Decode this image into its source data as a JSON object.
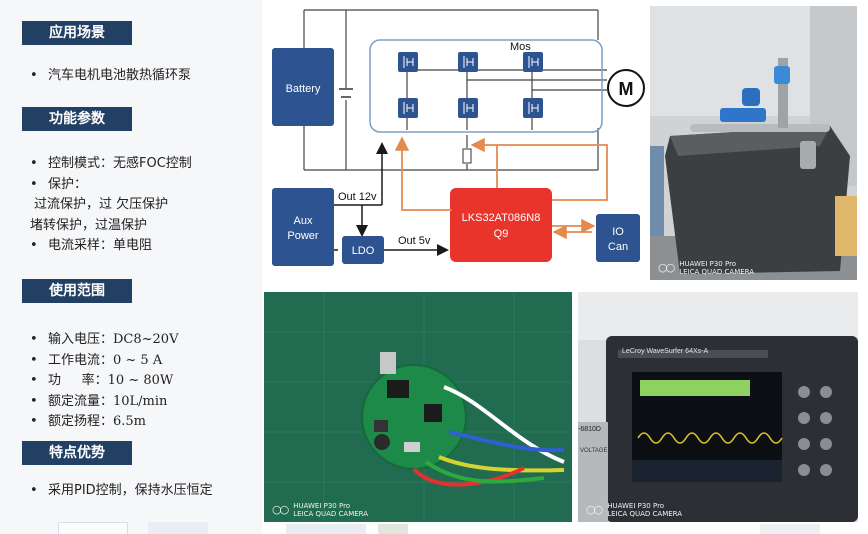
{
  "sections": {
    "application": {
      "title": "应用场景",
      "items": [
        "汽车电机电池散热循环泵"
      ]
    },
    "function": {
      "title": "功能参数",
      "items": [
        "控制模式：无感FOC控制",
        "保护：",
        "过流保护，过 欠压保护",
        "堵转保护，过温保护",
        "电流采样：单电阻"
      ]
    },
    "range": {
      "title": "使用范围",
      "items": [
        "输入电压：DC8~20V",
        "工作电流：0 ~ 5 A",
        "功     率：10 ~ 80W",
        "额定流量：10L/min",
        "额定扬程：6.5m"
      ]
    },
    "feature": {
      "title": "特点优势",
      "items": [
        "采用PID控制，保持水压恒定"
      ]
    }
  },
  "diagram": {
    "battery": "Battery",
    "mos": "Mos",
    "motor": "M",
    "aux_power_line1": "Aux",
    "aux_power_line2": "Power",
    "out12v": "Out 12v",
    "ldo": "LDO",
    "out5v": "Out 5v",
    "mcu_line1": "LKS32AT086N8",
    "mcu_line2": "Q9",
    "io_line1": "IO",
    "io_line2": "Can"
  },
  "watermark": {
    "line1": "HUAWEI P30 Pro",
    "line2": "LEICA QUAD CAMERA"
  },
  "scope": {
    "brand": "LeCroy",
    "model": "WaveSurfer 64Xs-A",
    "side_label": "-6810D",
    "voltage_label": "VOLTAGE"
  },
  "colors": {
    "header_bg": "#223f64",
    "block_blue": "#2d5391",
    "mcu_red": "#e8342b",
    "arrow_orange": "#e58a4e",
    "mos_frame": "#7aa0c8"
  }
}
